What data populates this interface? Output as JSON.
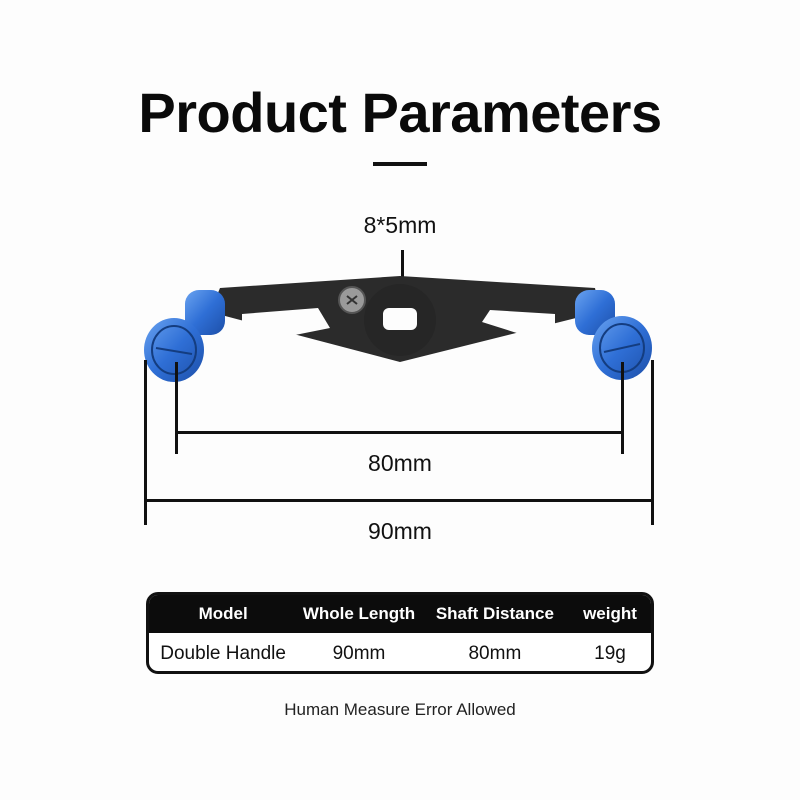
{
  "header": {
    "title": "Product Parameters"
  },
  "diagram": {
    "hole_label": "8*5mm",
    "inner_dimension_label": "80mm",
    "outer_dimension_label": "90mm",
    "knob_color": "#2f6fd6",
    "arm_color": "#2b2b2b"
  },
  "spec_table": {
    "columns": [
      "Model",
      "Whole Length",
      "Shaft Distance",
      "weight"
    ],
    "rows": [
      [
        "Double Handle",
        "90mm",
        "80mm",
        "19g"
      ]
    ]
  },
  "footer": {
    "note": "Human Measure Error Allowed"
  }
}
